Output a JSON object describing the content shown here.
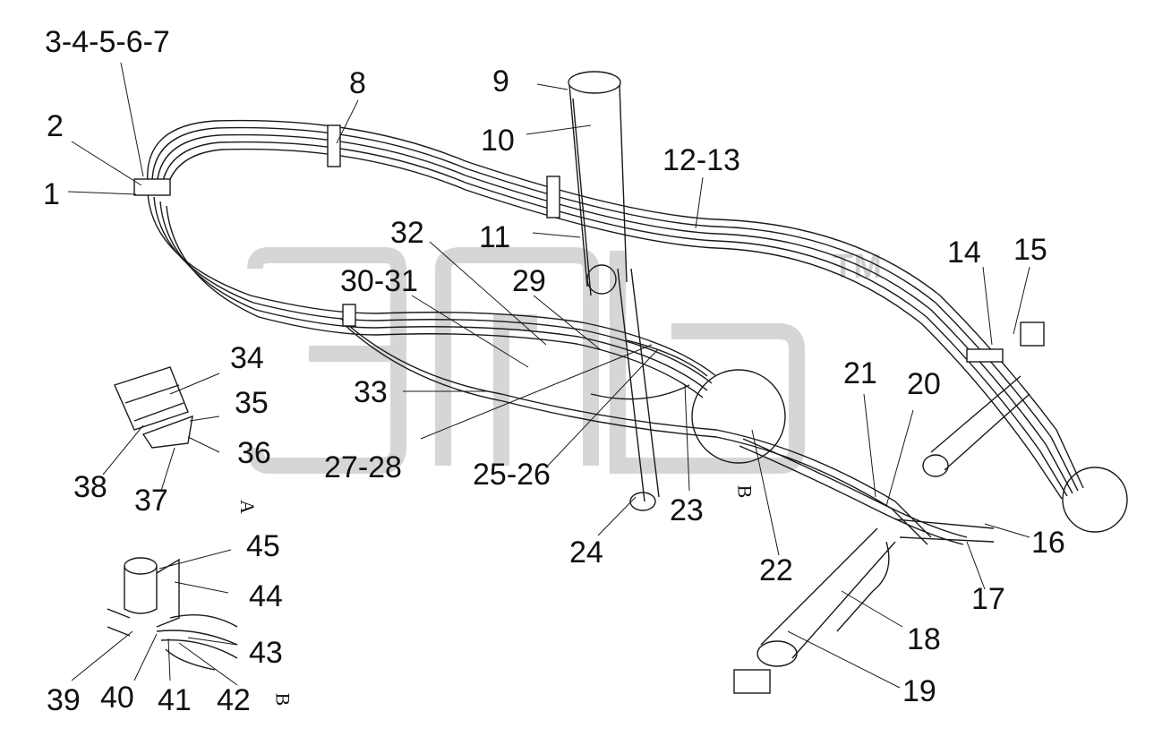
{
  "callouts": {
    "c1": "1",
    "c2": "2",
    "c3_7": "3-4-5-6-7",
    "c8": "8",
    "c9": "9",
    "c10": "10",
    "c11": "11",
    "c12_13": "12-13",
    "c14": "14",
    "c15": "15",
    "c16": "16",
    "c17": "17",
    "c18": "18",
    "c19": "19",
    "c20": "20",
    "c21": "21",
    "c22": "22",
    "c23": "23",
    "c24": "24",
    "c25_26": "25-26",
    "c27_28": "27-28",
    "c29": "29",
    "c30_31": "30-31",
    "c32": "32",
    "c33": "33",
    "c34": "34",
    "c35": "35",
    "c36": "36",
    "c37": "37",
    "c38": "38",
    "c39": "39",
    "c40": "40",
    "c41": "41",
    "c42": "42",
    "c43": "43",
    "c44": "44",
    "c45": "45"
  },
  "views": {
    "a": "A",
    "b_main": "B",
    "b_detail": "B"
  },
  "watermark": {
    "text": "ЭПБ",
    "tm": "TM",
    "color": "#c8c8c8"
  },
  "colors": {
    "line": "#1a1a1a",
    "text": "#111111"
  }
}
